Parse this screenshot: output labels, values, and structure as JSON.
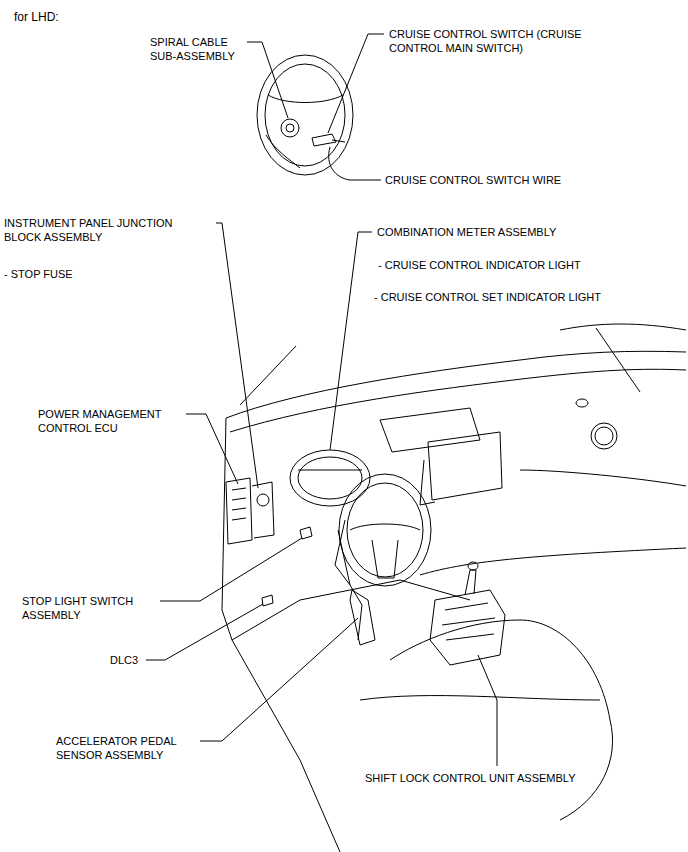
{
  "diagram": {
    "title": "for LHD:",
    "labels": [
      "SPIRAL CABLE SUB-ASSEMBLY",
      "CRUISE CONTROL SWITCH (CRUISE CONTROL MAIN SWITCH)",
      "CRUISE CONTROL SWITCH WIRE",
      "INSTRUMENT PANEL JUNCTION BLOCK ASSEMBLY",
      "- STOP FUSE",
      "COMBINATION METER ASSEMBLY",
      "- CRUISE CONTROL INDICATOR LIGHT",
      "- CRUISE CONTROL SET INDICATOR LIGHT",
      "POWER MANAGEMENT CONTROL ECU",
      "STOP LIGHT SWITCH ASSEMBLY",
      "DLC3",
      "ACCELERATOR PEDAL SENSOR ASSEMBLY",
      "SHIFT LOCK CONTROL UNIT ASSEMBLY"
    ]
  }
}
